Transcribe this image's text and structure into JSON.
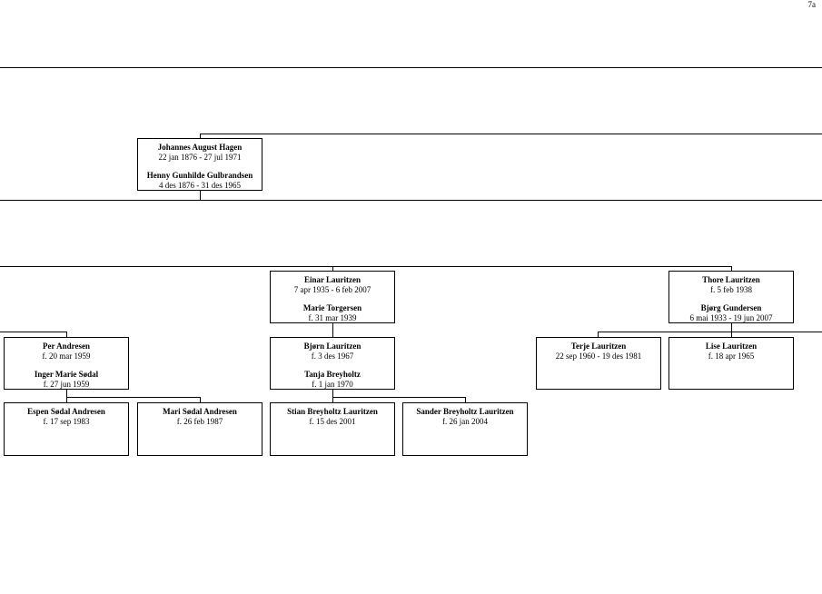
{
  "page_number": "7a",
  "nodes": [
    {
      "id": "hagen",
      "person": {
        "name": "Johannes August Hagen",
        "dates": "22 jan 1876 - 27 jul 1971"
      },
      "spouse": {
        "name": "Henny Gunhilde Gulbrandsen",
        "dates": "4 des 1876 - 31 des 1965"
      }
    },
    {
      "id": "einar",
      "person": {
        "name": "Einar Lauritzen",
        "dates": "7 apr 1935 - 6 feb 2007"
      },
      "spouse": {
        "name": "Marie Torgersen",
        "dates": "f. 31 mar 1939"
      }
    },
    {
      "id": "thore",
      "person": {
        "name": "Thore Lauritzen",
        "dates": "f. 5 feb 1938"
      },
      "spouse": {
        "name": "Bjørg Gundersen",
        "dates": "6 mai 1933 - 19 jun 2007"
      }
    },
    {
      "id": "per",
      "person": {
        "name": "Per Andresen",
        "dates": "f. 20 mar 1959"
      },
      "spouse": {
        "name": "Inger Marie Sødal",
        "dates": "f. 27 jun 1959"
      }
    },
    {
      "id": "bjorn",
      "person": {
        "name": "Bjørn Lauritzen",
        "dates": "f. 3 des 1967"
      },
      "spouse": {
        "name": "Tanja Breyholtz",
        "dates": "f. 1 jan 1970"
      }
    },
    {
      "id": "terje",
      "person": {
        "name": "Terje Lauritzen",
        "dates": "22 sep 1960 - 19 des 1981"
      }
    },
    {
      "id": "lise",
      "person": {
        "name": "Lise Lauritzen",
        "dates": "f. 18 apr 1965"
      }
    },
    {
      "id": "espen",
      "person": {
        "name": "Espen Sødal Andresen",
        "dates": "f. 17 sep 1983"
      }
    },
    {
      "id": "mari",
      "person": {
        "name": "Mari Sødal Andresen",
        "dates": "f. 26 feb 1987"
      }
    },
    {
      "id": "stian",
      "person": {
        "name": "Stian Breyholtz Lauritzen",
        "dates": "f. 15 des 2001"
      }
    },
    {
      "id": "sander",
      "person": {
        "name": "Sander Breyholtz Lauritzen",
        "dates": "f. 26 jan 2004"
      }
    }
  ]
}
